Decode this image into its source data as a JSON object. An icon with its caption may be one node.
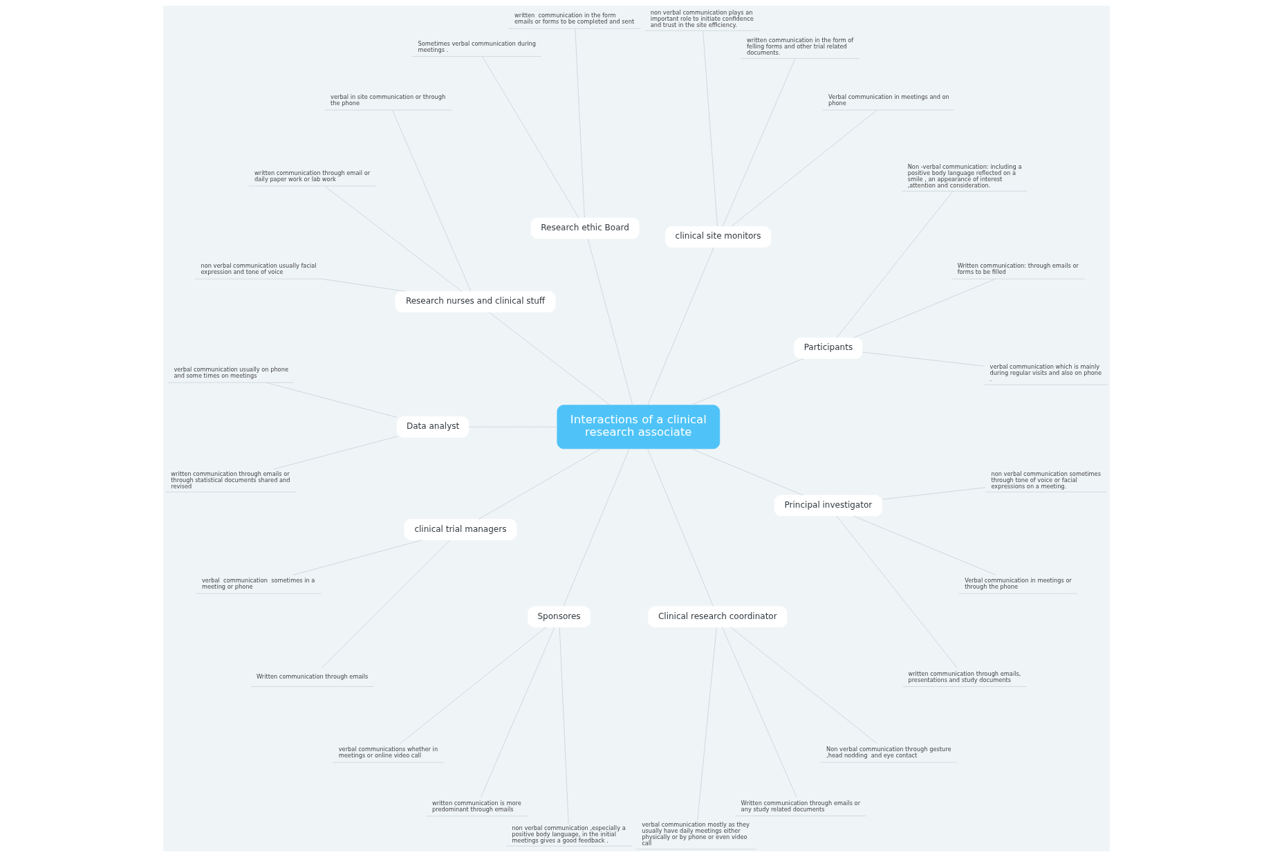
{
  "diagram": {
    "nodes": [
      {
        "text": [
          "Interactions of a clinical research associate"
        ]
      },
      {
        "text": [
          "Participants"
        ]
      },
      {
        "text": [
          "verbal communication which is mainly during regular visits and also on phone ."
        ]
      },
      {
        "text": [
          "Written communication: through emails or forms to be filled"
        ]
      },
      {
        "text": [
          "Non -verbal communication: including a positive body language reflected on a smile , an appearance of interest ,attention and consideration."
        ]
      },
      {
        "text": [
          "clinical site monitors"
        ]
      },
      {
        "text": [
          "Verbal communication in meetings and on phone"
        ]
      },
      {
        "text": [
          "written communication in the form of felling forms and other trial related documents."
        ]
      },
      {
        "text": [
          "non verbal communication plays an important role to initiate confidence and trust in the site efficiency."
        ]
      },
      {
        "text": [
          "Research ethic Board"
        ]
      },
      {
        "text": [
          "written  communication in the form emails or forms to be completed and sent"
        ]
      },
      {
        "text": [
          "Sometimes verbal communication during meetings ."
        ]
      },
      {
        "text": [
          "Research nurses and clinical stuff"
        ]
      },
      {
        "text": [
          "verbal in site communication or through the phone"
        ]
      },
      {
        "text": [
          "written communication through email or daily paper work or lab work"
        ]
      },
      {
        "text": [
          "non verbal communication usually facial expression and tone of voice"
        ]
      },
      {
        "text": [
          "Data analyst"
        ]
      },
      {
        "text": [
          "verbal communication usually on phone and some times on meetings"
        ]
      },
      {
        "text": [
          "written communication through emails or through statistical documents shared and revised"
        ]
      },
      {
        "text": [
          "clinical trial managers"
        ]
      },
      {
        "text": [
          "verbal  communication  sometimes in a meeting or phone"
        ]
      },
      {
        "text": [
          "Written communication through emails"
        ]
      },
      {
        "text": [
          "Sponsores"
        ]
      },
      {
        "text": [
          "verbal communications whether in meetings or online video call"
        ]
      },
      {
        "text": [
          "written communication is more predominant through emails"
        ]
      },
      {
        "text": [
          "non verbal communication ,especially a positive body language, in the initial meetings gives a good feedback ."
        ]
      },
      {
        "text": [
          "Clinical research coordinator"
        ]
      },
      {
        "text": [
          "verbal communication mostly as they usually have daily meetings either physically or by phone or even video call"
        ]
      },
      {
        "text": [
          "Written communication through emails or any study related documents"
        ]
      },
      {
        "text": [
          "Non verbal communication through gesture ,head nodding  and eye contact"
        ]
      },
      {
        "text": [
          "Principal investigator"
        ]
      },
      {
        "text": [
          "written communication through emails, presentations and study documents"
        ]
      },
      {
        "text": [
          "Verbal communication in meetings or through the phone"
        ]
      },
      {
        "text": [
          "non verbal communication sometimes through tone of voice or facial expressions on a meeting."
        ]
      }
    ],
    "edges": [
      {
        "from": 0,
        "to": 1,
        "arrow": "none"
      },
      {
        "from": 1,
        "to": 2,
        "arrow": "none"
      },
      {
        "from": 1,
        "to": 3,
        "arrow": "none"
      },
      {
        "from": 1,
        "to": 4,
        "arrow": "none"
      },
      {
        "from": 0,
        "to": 5,
        "arrow": "none"
      },
      {
        "from": 5,
        "to": 6,
        "arrow": "none"
      },
      {
        "from": 5,
        "to": 7,
        "arrow": "none"
      },
      {
        "from": 5,
        "to": 8,
        "arrow": "none"
      },
      {
        "from": 0,
        "to": 9,
        "arrow": "none"
      },
      {
        "from": 9,
        "to": 10,
        "arrow": "none"
      },
      {
        "from": 9,
        "to": 11,
        "arrow": "none"
      },
      {
        "from": 0,
        "to": 12,
        "arrow": "none"
      },
      {
        "from": 12,
        "to": 13,
        "arrow": "none"
      },
      {
        "from": 12,
        "to": 14,
        "arrow": "none"
      },
      {
        "from": 12,
        "to": 15,
        "arrow": "none"
      },
      {
        "from": 0,
        "to": 16,
        "arrow": "none"
      },
      {
        "from": 16,
        "to": 17,
        "arrow": "none"
      },
      {
        "from": 16,
        "to": 18,
        "arrow": "none"
      },
      {
        "from": 0,
        "to": 19,
        "arrow": "none"
      },
      {
        "from": 19,
        "to": 20,
        "arrow": "none"
      },
      {
        "from": 19,
        "to": 21,
        "arrow": "none"
      },
      {
        "from": 0,
        "to": 22,
        "arrow": "none"
      },
      {
        "from": 22,
        "to": 23,
        "arrow": "none"
      },
      {
        "from": 22,
        "to": 24,
        "arrow": "none"
      },
      {
        "from": 22,
        "to": 25,
        "arrow": "none"
      },
      {
        "from": 0,
        "to": 26,
        "arrow": "none"
      },
      {
        "from": 26,
        "to": 27,
        "arrow": "none"
      },
      {
        "from": 26,
        "to": 28,
        "arrow": "none"
      },
      {
        "from": 26,
        "to": 29,
        "arrow": "none"
      },
      {
        "from": 0,
        "to": 30,
        "arrow": "none"
      },
      {
        "from": 30,
        "to": 31,
        "arrow": "none"
      },
      {
        "from": 30,
        "to": 32,
        "arrow": "none"
      },
      {
        "from": 30,
        "to": 33,
        "arrow": "none"
      }
    ]
  }
}
